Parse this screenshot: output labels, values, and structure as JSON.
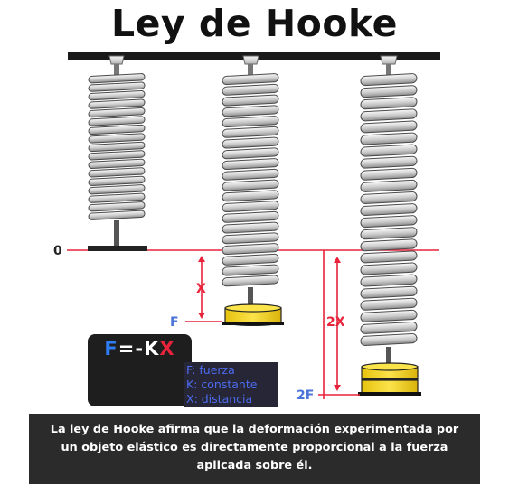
{
  "title": "Ley de Hooke",
  "labels": {
    "zero": "0",
    "x": "X",
    "f": "F",
    "two_x": "2X",
    "two_f": "2F"
  },
  "formula": {
    "f": "F",
    "eq": "=-K",
    "x": "X"
  },
  "legend": {
    "f": "F: fuerza",
    "k": "K: constante",
    "x": "X: distancia"
  },
  "caption": {
    "line1": "La ley de Hooke afirma que la deformación experimentada por",
    "line2": "un objeto elástico es directamente proporcional a la fuerza",
    "line3": "aplicada sobre él."
  },
  "colors": {
    "beam": "#1a1a1a",
    "reference_line": "#e8233a",
    "arrow": "#e8233a",
    "label_blue": "#4a74d8",
    "weight": "#f2d01e",
    "formula_f": "#2f7df6",
    "formula_x": "#e8233a",
    "caption_bg": "#2b2b2b"
  }
}
